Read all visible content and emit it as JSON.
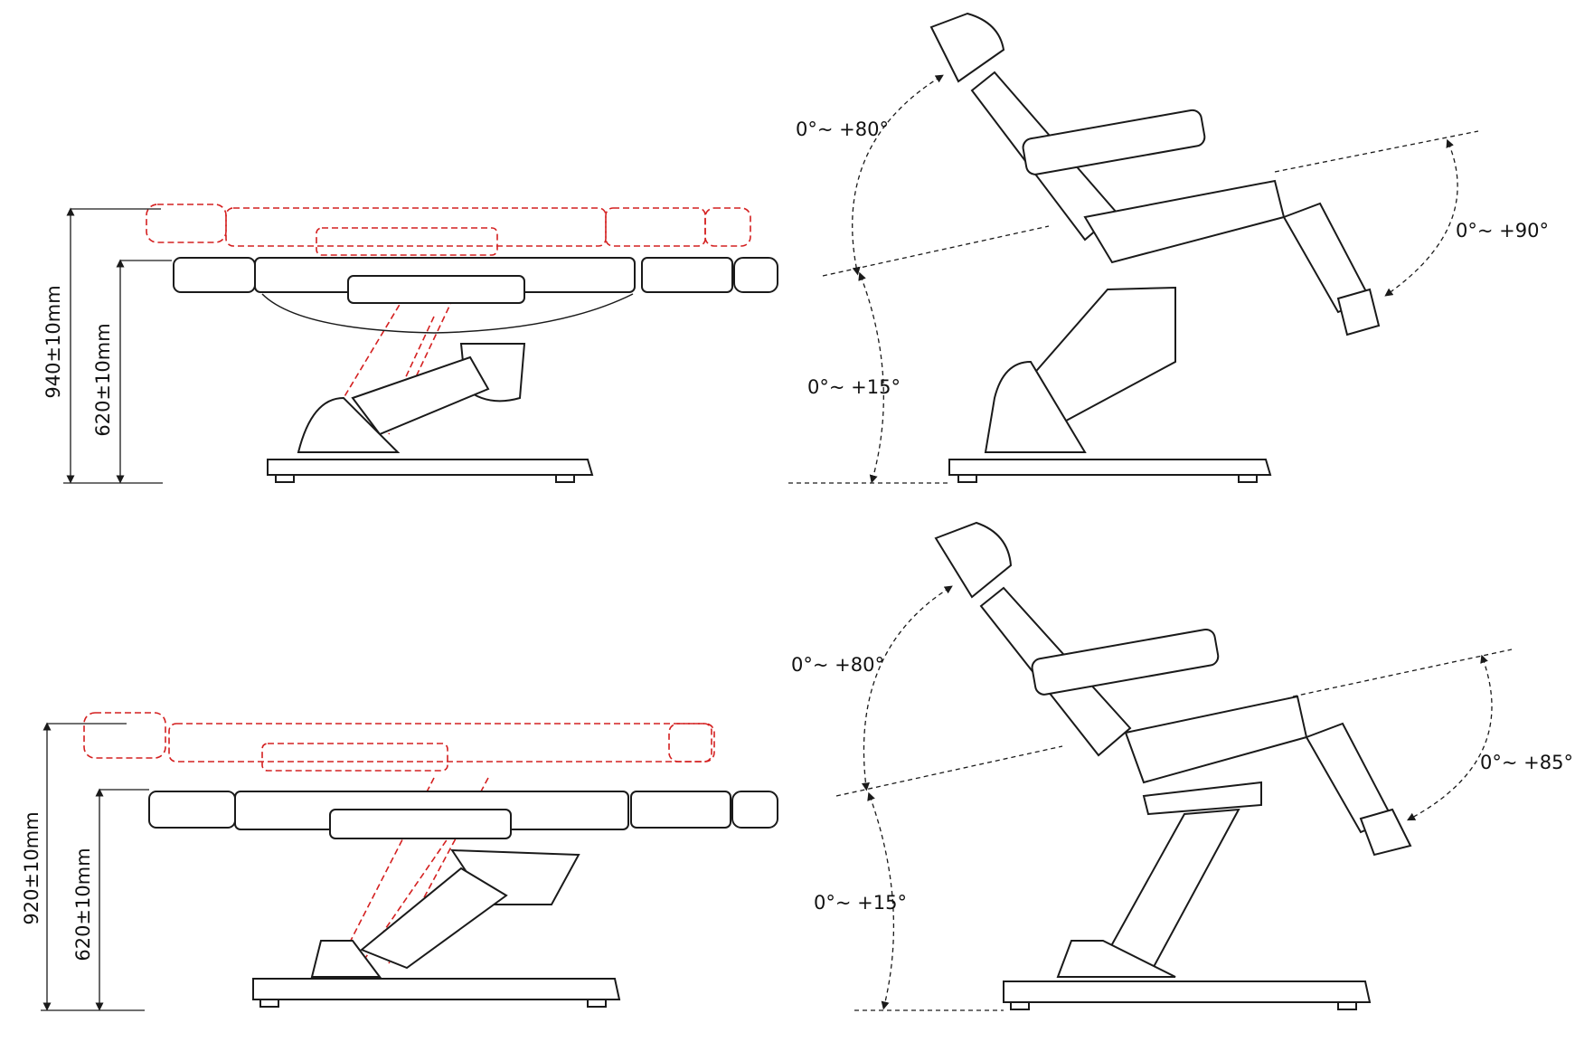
{
  "colors": {
    "line": "#1a1a1a",
    "highlight": "#d42020"
  },
  "top_left": {
    "max_height": "940±10mm",
    "min_height": "620±10mm"
  },
  "top_right": {
    "backrest_angle": "0°~ +80°",
    "leg_angle": "0°~ +90°",
    "seat_tilt": "0°~ +15°"
  },
  "bottom_left": {
    "max_height": "920±10mm",
    "min_height": "620±10mm"
  },
  "bottom_right": {
    "backrest_angle": "0°~ +80°",
    "leg_angle": "0°~ +85°",
    "seat_tilt": "0°~ +15°"
  }
}
